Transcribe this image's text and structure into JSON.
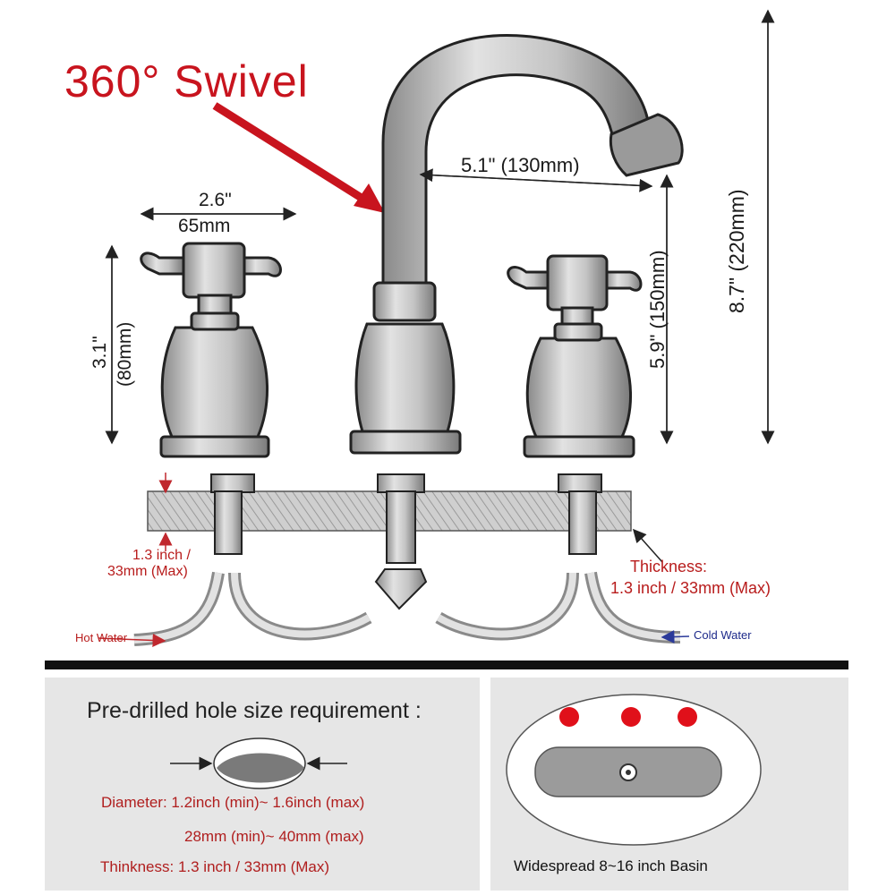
{
  "swivel_label": "360° Swivel",
  "dimensions": {
    "spout_reach": "5.1\" (130mm)",
    "handle_width_in": "2.6\"",
    "handle_width_mm": "65mm",
    "handle_height_in": "3.1\"",
    "handle_height_mm": "(80mm)",
    "spout_height": "5.9\" (150mm)",
    "total_height": "8.7\" (220mm)"
  },
  "installation": {
    "deck_thickness_left_line1": "1.3 inch /",
    "deck_thickness_left_line2": "33mm (Max)",
    "thickness_title": "Thickness:",
    "thickness_value": "1.3 inch / 33mm (Max)",
    "hot_water": "Hot Water",
    "cold_water": "Cold Water"
  },
  "hole_requirement": {
    "title": "Pre-drilled hole size requirement :",
    "diameter_label": "Diameter:",
    "diameter_value_in": "1.2inch (min)~ 1.6inch (max)",
    "diameter_value_mm": "28mm (min)~ 40mm (max)",
    "thickness_label": "Thinkness:",
    "thickness_value": "1.3 inch / 33mm (Max)"
  },
  "basin": {
    "caption": "Widespread 8~16 inch Basin"
  },
  "colors": {
    "accent_red": "#c8141e",
    "hot_arrow": "#c0282e",
    "cold_arrow": "#2b3a9a",
    "metal": "#b9b9b9"
  }
}
